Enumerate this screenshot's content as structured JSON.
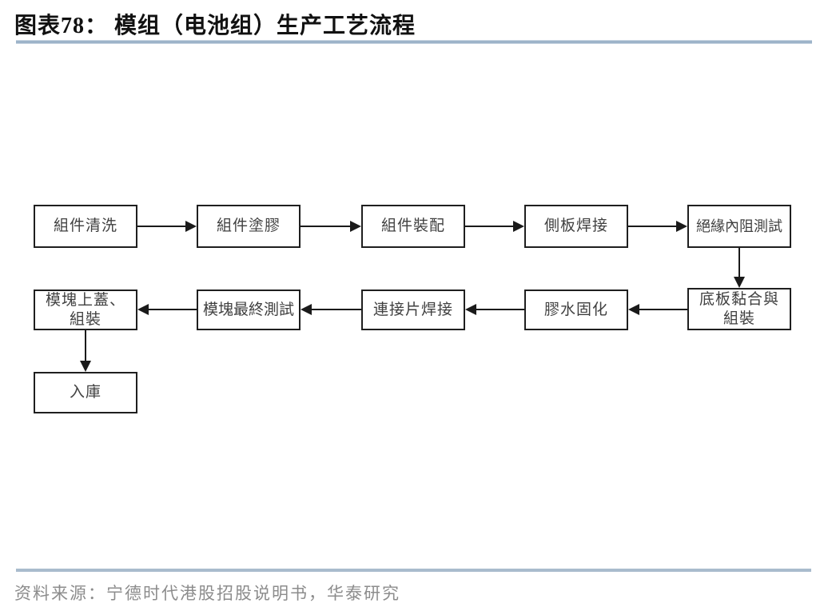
{
  "header": {
    "title": "图表78：  模组（电池组）生产工艺流程"
  },
  "flow": {
    "boxes": [
      {
        "id": "box-1",
        "label": "組件清洗"
      },
      {
        "id": "box-2",
        "label": "組件塗膠"
      },
      {
        "id": "box-3",
        "label": "組件裝配"
      },
      {
        "id": "box-4",
        "label": "側板焊接"
      },
      {
        "id": "box-5",
        "label": "絕緣內阻測試"
      },
      {
        "id": "box-6",
        "label": "底板黏合與\n組裝"
      },
      {
        "id": "box-7",
        "label": "膠水固化"
      },
      {
        "id": "box-8",
        "label": "連接片焊接"
      },
      {
        "id": "box-9",
        "label": "模塊最終測試"
      },
      {
        "id": "box-10",
        "label": "模塊上蓋、\n組裝"
      },
      {
        "id": "box-11",
        "label": "入庫"
      }
    ],
    "connections": [
      {
        "from": "組件清洗",
        "to": "組件塗膠",
        "direction": "right"
      },
      {
        "from": "組件塗膠",
        "to": "組件裝配",
        "direction": "right"
      },
      {
        "from": "組件裝配",
        "to": "側板焊接",
        "direction": "right"
      },
      {
        "from": "側板焊接",
        "to": "絕緣內阻測試",
        "direction": "right"
      },
      {
        "from": "絕緣內阻測試",
        "to": "底板黏合與組裝",
        "direction": "down"
      },
      {
        "from": "底板黏合與組裝",
        "to": "膠水固化",
        "direction": "left"
      },
      {
        "from": "膠水固化",
        "to": "連接片焊接",
        "direction": "left"
      },
      {
        "from": "連接片焊接",
        "to": "模塊最終測試",
        "direction": "left"
      },
      {
        "from": "模塊最終測試",
        "to": "模塊上蓋、組裝",
        "direction": "left"
      },
      {
        "from": "模塊上蓋、組裝",
        "to": "入庫",
        "direction": "down"
      }
    ]
  },
  "footer": {
    "source_text": "资料来源：宁德时代港股招股说明书，华泰研究"
  },
  "colors": {
    "title_rule": "#9db3c9",
    "footer_rule": "#a9bccd",
    "box_border": "#1f1f1f",
    "box_text": "#404040",
    "arrow": "#1a1a1a",
    "source_text": "#8c8c8c"
  }
}
